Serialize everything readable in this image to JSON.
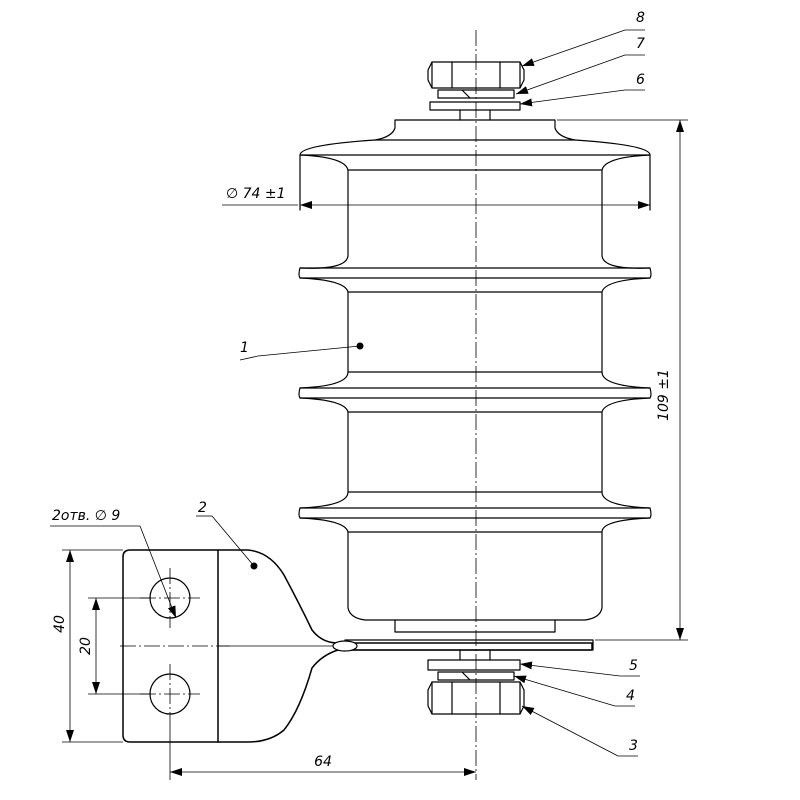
{
  "callouts": [
    {
      "id": "1",
      "label": "1"
    },
    {
      "id": "2",
      "label": "2"
    },
    {
      "id": "3",
      "label": "3"
    },
    {
      "id": "4",
      "label": "4"
    },
    {
      "id": "5",
      "label": "5"
    },
    {
      "id": "6",
      "label": "6"
    },
    {
      "id": "7",
      "label": "7"
    },
    {
      "id": "8",
      "label": "8"
    }
  ],
  "dimensions": {
    "diameter": "∅ 74 ±1",
    "height": "109 ±1",
    "holes": "2отв. ∅ 9",
    "width_40": "40",
    "spacing_20": "20",
    "offset_64": "64"
  }
}
